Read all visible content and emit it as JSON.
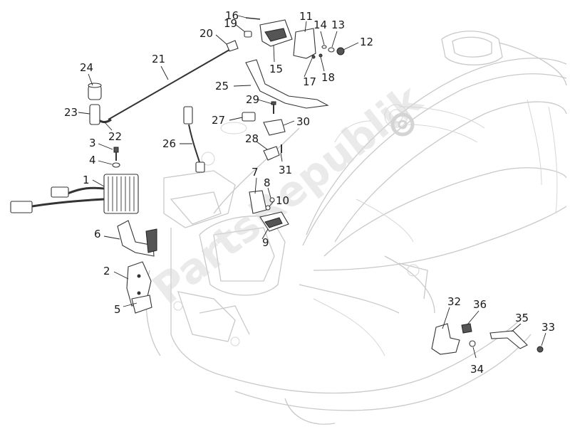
{
  "watermark": "PartsRepublik",
  "callouts": [
    {
      "n": "1"
    },
    {
      "n": "2"
    },
    {
      "n": "3"
    },
    {
      "n": "4"
    },
    {
      "n": "5"
    },
    {
      "n": "6"
    },
    {
      "n": "7"
    },
    {
      "n": "8"
    },
    {
      "n": "9"
    },
    {
      "n": "10"
    },
    {
      "n": "11"
    },
    {
      "n": "12"
    },
    {
      "n": "13"
    },
    {
      "n": "14"
    },
    {
      "n": "15"
    },
    {
      "n": "16"
    },
    {
      "n": "17"
    },
    {
      "n": "18"
    },
    {
      "n": "19"
    },
    {
      "n": "20"
    },
    {
      "n": "21"
    },
    {
      "n": "22"
    },
    {
      "n": "23"
    },
    {
      "n": "24"
    },
    {
      "n": "25"
    },
    {
      "n": "26"
    },
    {
      "n": "27"
    },
    {
      "n": "28"
    },
    {
      "n": "29"
    },
    {
      "n": "30"
    },
    {
      "n": "31"
    },
    {
      "n": "32"
    },
    {
      "n": "33"
    },
    {
      "n": "34"
    },
    {
      "n": "35"
    },
    {
      "n": "36"
    }
  ]
}
